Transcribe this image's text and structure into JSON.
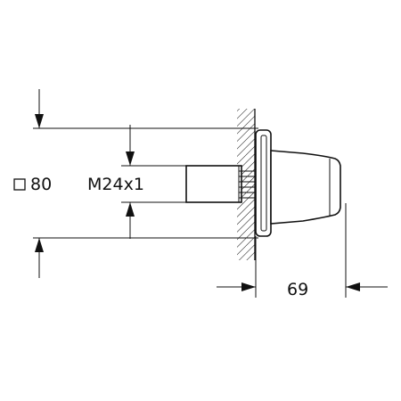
{
  "dimensions": {
    "square_size": "80",
    "thread": "M24x1",
    "depth": "69"
  },
  "icons": {
    "square_symbol": "square-icon"
  }
}
